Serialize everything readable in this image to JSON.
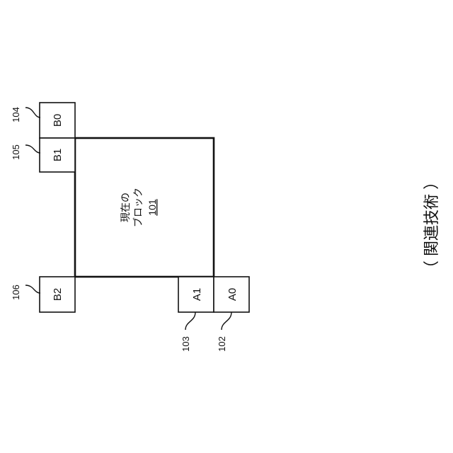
{
  "current_block": {
    "text_line1": "現在の",
    "text_line2": "ブロック",
    "ref": "101"
  },
  "neighbors": {
    "a0": {
      "label": "A0",
      "ref": "102"
    },
    "a1": {
      "label": "A1",
      "ref": "103"
    },
    "b0": {
      "label": "B0",
      "ref": "104"
    },
    "b1": {
      "label": "B1",
      "ref": "105"
    },
    "b2": {
      "label": "B2",
      "ref": "106"
    }
  },
  "caption": "（ 関連技術 ）"
}
